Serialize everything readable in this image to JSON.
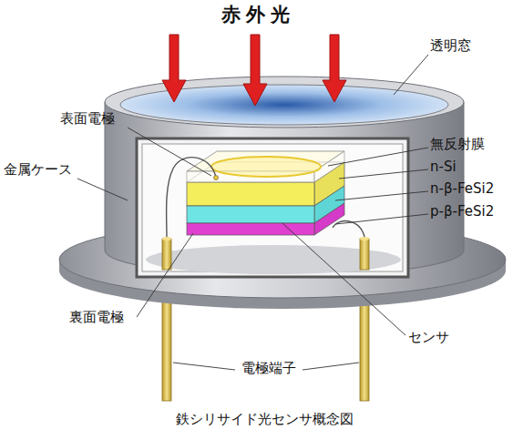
{
  "diagram": {
    "title": "赤外光",
    "caption": "鉄シリサイド光センサ概念図",
    "labels": [
      "透明窓",
      "表面電極",
      "無反射膜",
      "n-Si",
      "n-β-FeSi2",
      "p-β-FeSi2",
      "金属ケース",
      "裏面電極",
      "センサ",
      "電極端子"
    ]
  }
}
